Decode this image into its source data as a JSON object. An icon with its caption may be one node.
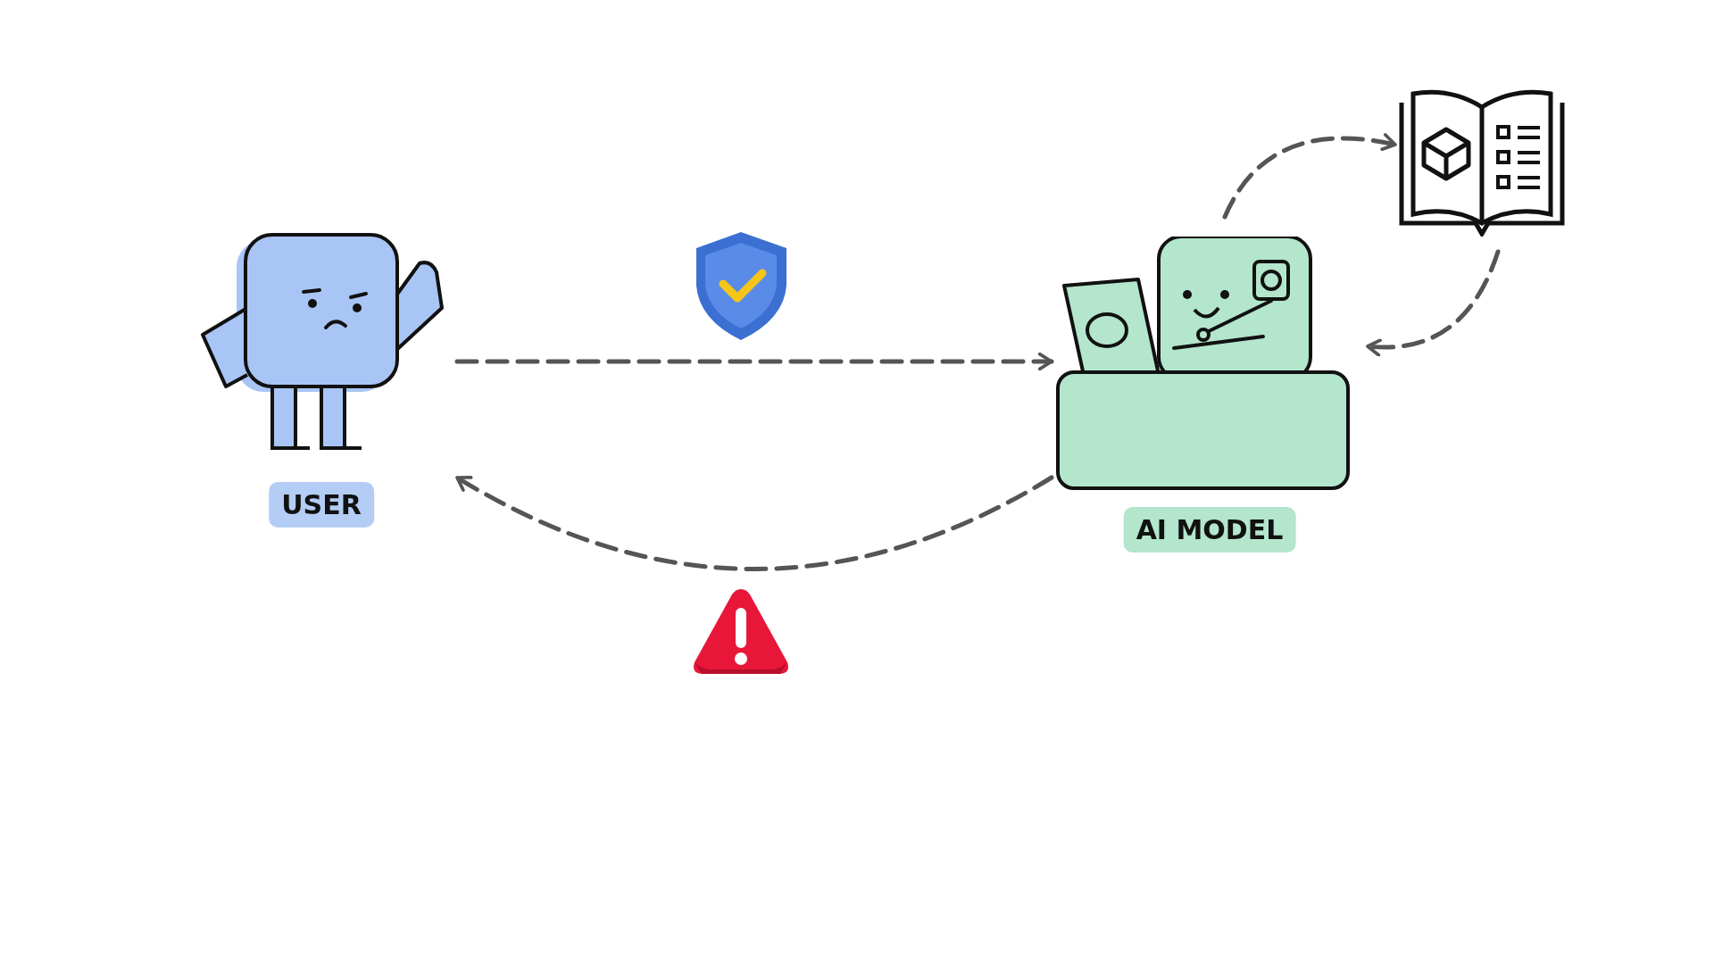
{
  "diagram": {
    "nodes": [
      {
        "text": [
          "USER"
        ]
      },
      {
        "text": [
          "AI MODEL"
        ]
      },
      {
        "text": [],
        "shape": "picture"
      }
    ],
    "edges": [
      {
        "from": 0,
        "to": 1,
        "arrow": "to",
        "style": "dashed"
      },
      {
        "from": 1,
        "to": 0,
        "arrow": "to",
        "style": "dashed"
      },
      {
        "from": 1,
        "to": 2,
        "arrow": "to",
        "style": "dashed"
      },
      {
        "from": 2,
        "to": 1,
        "arrow": "to",
        "style": "dashed"
      }
    ]
  }
}
